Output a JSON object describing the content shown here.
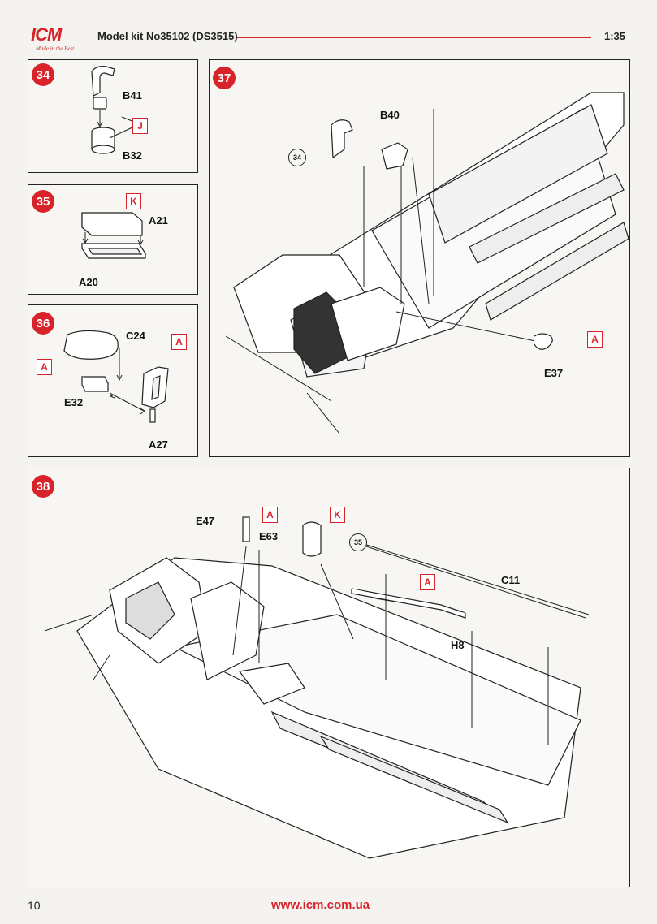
{
  "header": {
    "logo": "ICM",
    "logo_tagline": "Made in the Best",
    "title": "Model kit No35102 (DS3515)",
    "scale": "1:35",
    "accent_color": "#d8232a"
  },
  "steps": [
    {
      "number": "34",
      "parts": [
        "B41",
        "B32"
      ],
      "color_codes": [
        "J"
      ]
    },
    {
      "number": "35",
      "parts": [
        "A21",
        "A20"
      ],
      "color_codes": [
        "K"
      ]
    },
    {
      "number": "36",
      "parts": [
        "C24",
        "E32",
        "A27"
      ],
      "color_codes": [
        "A",
        "A"
      ]
    },
    {
      "number": "37",
      "parts": [
        "B40",
        "E37"
      ],
      "color_codes": [
        "A"
      ],
      "references": [
        "34"
      ]
    },
    {
      "number": "38",
      "parts": [
        "E47",
        "E63",
        "C11",
        "H8"
      ],
      "color_codes": [
        "A",
        "K",
        "A"
      ],
      "references": [
        "35"
      ]
    }
  ],
  "footer": {
    "page_number": "10",
    "url": "www.icm.com.ua"
  }
}
